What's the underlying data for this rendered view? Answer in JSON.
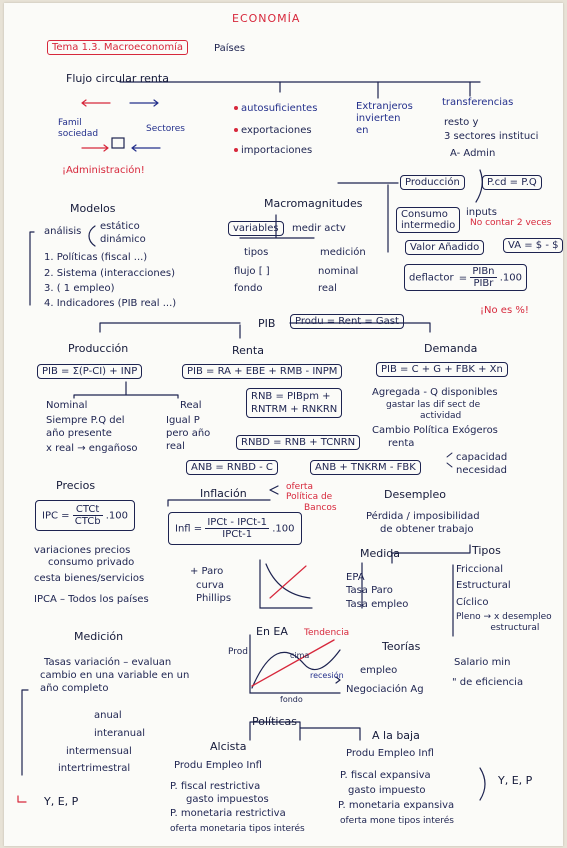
{
  "title": "ECONOMÍA",
  "topic": {
    "tag": "Tema 1.3. Macroeconomía",
    "extra": "Países"
  },
  "flow": {
    "title": "Flujo circular renta",
    "agent_left": "Famil\nsociedad",
    "agent_right": "Sectores",
    "admin": "¡Administración!"
  },
  "branches": {
    "autosuf": "autosuficientes",
    "export": "exportaciones",
    "import": "importaciones",
    "extranjeros": "Extranjeros\ninvierten\nen",
    "transfer_title": "transferencias",
    "transfer_1": "resto     y",
    "transfer_2": "3 sectores instituci",
    "transfer_3": "A-         Admin"
  },
  "models": {
    "title": "Modelos",
    "analysis": "análisis",
    "estatico": "estático",
    "dinamico": "dinámico",
    "items": [
      "1. Políticas (fiscal ...)",
      "2. Sistema (interacciones)",
      "3.          (      1 empleo)",
      "4. Indicadores (PIB real ...)"
    ]
  },
  "macro": {
    "title": "Macromagnitudes",
    "variables": "variables",
    "medir": "medir actv",
    "tipos": "tipos",
    "medicion": "medición",
    "flujo": "flujo [  ]",
    "fondo": "fondo",
    "nominal": "nominal",
    "real": "real",
    "produccion": "Producción",
    "prod_formula": "P.cd = P.Q",
    "consumo": "Consumo\nintermedio",
    "inputs": "inputs",
    "no_contar": "No contar 2 veces",
    "valor_anadido": "Valor Añadido",
    "va_formula": "VA = $ - $",
    "deflactor": "deflactor",
    "deflactor_num": "PIBn",
    "deflactor_den": "PIBr",
    "deflactor_mult": ".100",
    "no_es": "¡No es %!"
  },
  "pib": {
    "label": "PIB",
    "identity": "Produ = Rent = Gast",
    "produccion_title": "Producción",
    "produccion_formula": "PIB = Σ(P-CI) + INP",
    "renta_title": "Renta",
    "renta_formula": "PIB = RA + EBE + RMB - INPM",
    "demanda_title": "Demanda",
    "demanda_formula": "PIB = C + G + FBK + Xn",
    "rnb_1": "RNB = PIBpm +",
    "rnb_2": "RNTRM + RNKRN",
    "rnbd": "RNBD = RNB + TCNRN",
    "anb": "ANB = RNBD - C",
    "anb2": "ANB + TNKRM - FBK",
    "capacidad": "capacidad",
    "necesidad": "necesidad",
    "nominal_title": "Nominal",
    "nominal_1": "Siempre P.Q del",
    "nominal_2": "año presente",
    "nominal_3": "x real → engañoso",
    "real_title": "Real",
    "real_1": "Igual P",
    "real_2": "pero año",
    "real_3": "real",
    "agregada_1": "Agregada - Q disponibles",
    "agregada_2": "gastar las dif sect de",
    "agregada_3": "actividad",
    "politica_1": "Cambio Política Exógeros",
    "politica_2": "renta"
  },
  "precios": {
    "title": "Precios",
    "ipc_lhs": "IPC =",
    "ipc_num": "CTCt",
    "ipc_den": "CTCb",
    "ipc_mult": ".100",
    "b1": "variaciones precios",
    "b1b": "consumo privado",
    "b2": "cesta bienes/servicios",
    "ipca": "IPCA – Todos los países"
  },
  "inflacion": {
    "title": "Inflación",
    "oferta": "oferta",
    "politica": "Política de",
    "bancos": "Bancos",
    "formula_lhs": "Infl =",
    "formula_num": "IPCt - IPCt-1",
    "formula_den": "IPCt-1",
    "formula_mult": ".100",
    "paro": "+ Paro",
    "curva": "curva",
    "phillips": "Phillips"
  },
  "desempleo": {
    "title": "Desempleo",
    "def1": "Pérdida / imposibilidad",
    "def2": "de obtener trabajo",
    "medida": "Medida",
    "medidas": [
      "EPA",
      "Tasa Paro",
      "Tasa empleo"
    ],
    "tipos": "Tipos",
    "tipos_list": [
      "Friccional",
      "Estructural",
      "Cíclico",
      "Pleno → x desempleo\n            estructural"
    ]
  },
  "medicion": {
    "title": "Medición",
    "tasas": "Tasas variación – evaluan",
    "cambio": "cambio en una variable en un",
    "periodo": "año completo",
    "items": [
      "anual",
      "interanual",
      "intermensual",
      "intertrimestral"
    ],
    "bottom": "Y, E, P"
  },
  "ea": {
    "title": "En EA",
    "tendencia": "Tendencia",
    "prod": "Prod",
    "cima": "cima",
    "recesion": "recesión",
    "fondo": "fondo"
  },
  "teorias": {
    "title": "Teorías",
    "empleo": "empleo",
    "salario": "Salario min",
    "negociacion": "Negociación Ag",
    "eficiencia": "\"    de eficiencia"
  },
  "politicas": {
    "title": "Políticas",
    "alcista": "Alcista",
    "alcista_line": "Produ    Empleo    Infl",
    "pf_restrictiva": "P. fiscal restrictiva",
    "pf_restrictiva_2": "gasto    impuestos",
    "pm_restrictiva": "P. monetaria restrictiva",
    "pm_restrictiva_2": "oferta monetaria    tipos interés",
    "baja": "A la baja",
    "baja_line": "Produ    Empleo    Infl",
    "pf_expansiva": "P. fiscal expansiva",
    "pf_expansiva_2": "gasto    impuesto",
    "pm_expansiva": "P. monetaria expansiva",
    "pm_expansiva_2": "oferta mone    tipos interés",
    "result": "Y, E, P"
  }
}
